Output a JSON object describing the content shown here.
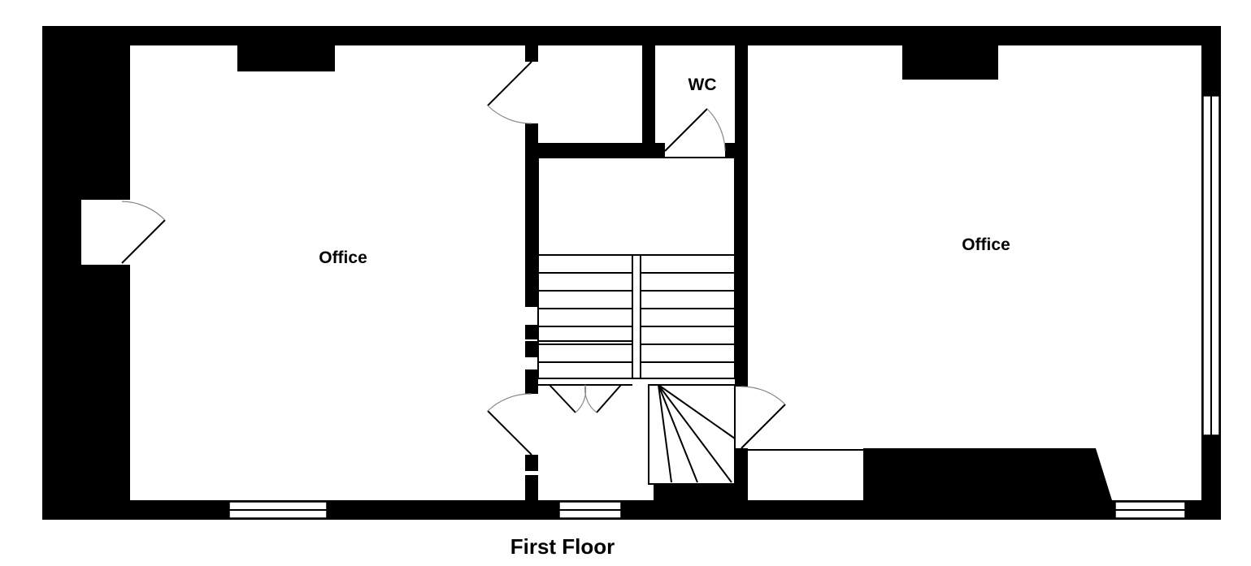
{
  "floor_name": "First Floor",
  "rooms": {
    "office_left": "Office",
    "wc": "WC",
    "office_right": "Office"
  },
  "colors": {
    "wall": "#000000",
    "background": "#ffffff",
    "door_swing": "#888888"
  }
}
